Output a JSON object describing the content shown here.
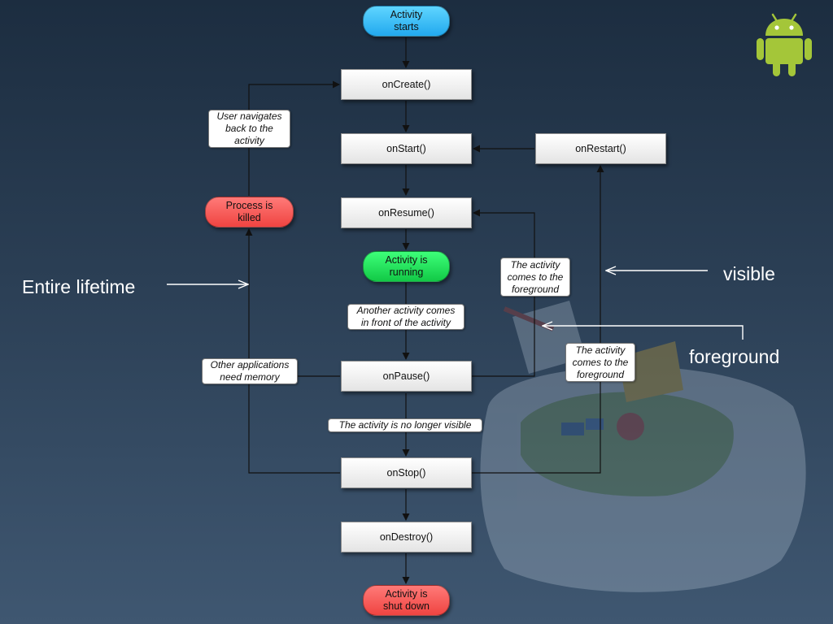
{
  "nodes": {
    "activity_starts": "Activity\nstarts",
    "on_create": "onCreate()",
    "on_start": "onStart()",
    "on_restart": "onRestart()",
    "on_resume": "onResume()",
    "activity_running": "Activity is\nrunning",
    "on_pause": "onPause()",
    "on_stop": "onStop()",
    "on_destroy": "onDestroy()",
    "activity_shut_down": "Activity is\nshut down",
    "process_killed": "Process is\nkilled"
  },
  "notes": {
    "user_navigates_back": "User navigates\nback to the\nactivity",
    "other_apps_need_memory": "Other applications\nneed memory",
    "another_activity_front": "Another activity comes\nin front of the activity",
    "no_longer_visible": "The activity is no longer visible",
    "comes_to_foreground_1": "The activity\ncomes to the\nforeground",
    "comes_to_foreground_2": "The activity\ncomes to the\nforeground"
  },
  "annotations": {
    "entire_lifetime": "Entire lifetime",
    "visible": "visible",
    "foreground": "foreground"
  },
  "colors": {
    "start_pill": "#22a9ee",
    "running_pill": "#12c946",
    "end_pill": "#ef4441",
    "android_green": "#a4c639",
    "connector": "#111111"
  },
  "icons": {
    "brand": "android-robot-icon"
  }
}
